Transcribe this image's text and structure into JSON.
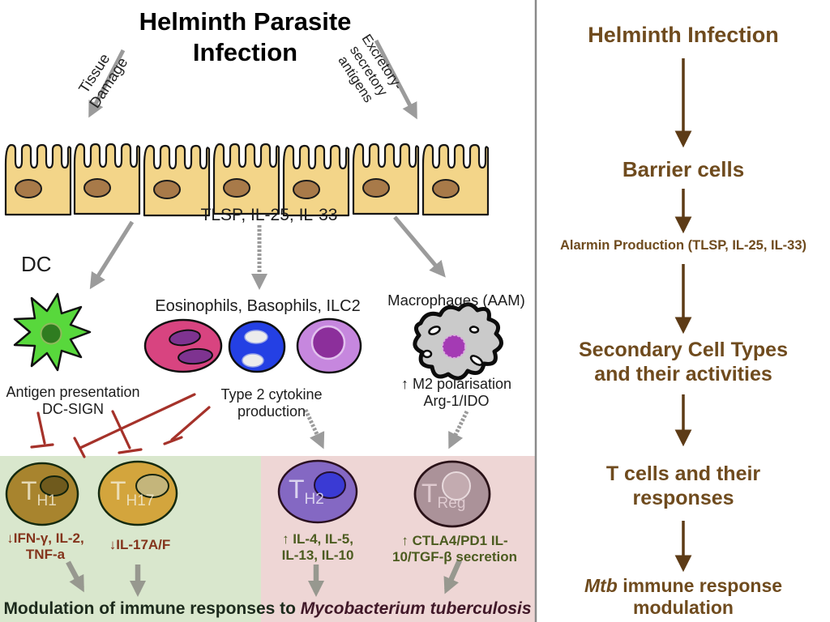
{
  "colors": {
    "accent_brown": "#6f4b1e",
    "inhibit_red": "#a5322a",
    "arrow_gray": "#9b9b9b",
    "panel_green": "#d9e7cd",
    "panel_pink": "#eed6d5",
    "epithelium_fill": "#f3d589",
    "dc_green": "#58d83c",
    "eosinophil_pink": "#d84480",
    "basophil_blue": "#2440e4",
    "ilc2_purple": "#c687de",
    "macrophage_gray": "#cacaca",
    "th1_fill": "#a8842e",
    "th17_fill": "#d3a53d",
    "th2_fill": "#8468c3",
    "treg_fill": "#ab9299"
  },
  "left": {
    "title": "Helminth Parasite Infection",
    "tissue_damage": "Tissue Damage",
    "es_antigens": "Excretory-secretory antigens",
    "alarmins": "TLSP, IL-25, IL-33",
    "dc": "DC",
    "dc_caption": "Antigen presentation DC-SIGN",
    "innate_label": "Eosinophils, Basophils, ILC2",
    "type2_caption": "Type 2 cytokine production",
    "mac_label": "Macrophages (AAM)",
    "m2_caption": "↑ M2 polarisation Arg-1/IDO",
    "th1": {
      "t": "T",
      "sub": "H1",
      "caption": "↓IFN-γ, IL-2, TNF-a"
    },
    "th17": {
      "t": "T",
      "sub": "H17",
      "caption": "↓IL-17A/F"
    },
    "th2": {
      "t": "T",
      "sub": "H2",
      "caption": "↑ IL-4, IL-5, IL-13, IL-10"
    },
    "treg": {
      "t": "T",
      "sub": "Reg",
      "caption": "↑ CTLA4/PD1 IL-10/TGF-β secretion"
    },
    "footer_prefix": "Modulation of immune responses to ",
    "footer_italic": "Mycobacterium tuberculosis"
  },
  "right": {
    "step1": "Helminth Infection",
    "step2": "Barrier cells",
    "step3": "Alarmin Production (TLSP, IL-25, IL-33)",
    "step4": "Secondary Cell Types and their activities",
    "step5": "T cells and their responses",
    "step6_italic": "Mtb",
    "step6_rest": " immune response modulation"
  }
}
